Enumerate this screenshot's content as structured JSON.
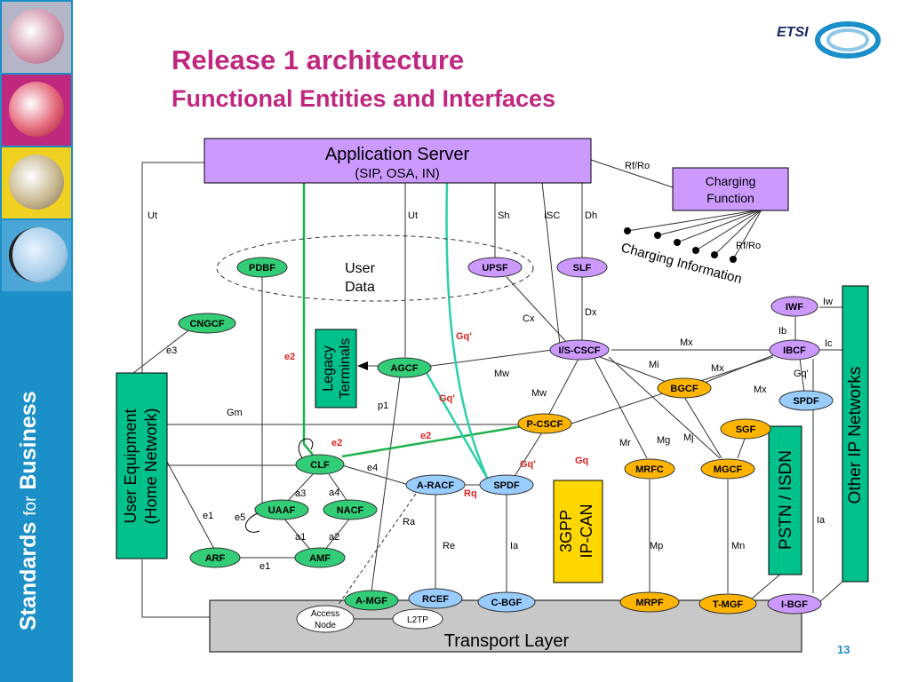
{
  "title": "Release 1 architecture",
  "subtitle": "Functional Entities and Interfaces",
  "page_number": "13",
  "sidebar": {
    "brand_bold": "Standards",
    "brand_word": "for",
    "brand_bold2": "Business"
  },
  "logo": {
    "text": "ETSI"
  },
  "boxes": {
    "app_server": "Application Server",
    "app_server_sub": "(SIP, OSA, IN)",
    "charging_line1": "Charging",
    "charging_line2": "Function",
    "ue_line1": "User Equipment",
    "ue_line2": "(Home Network)",
    "legacy_line1": "Legacy",
    "legacy_line2": "Terminals",
    "ipcan_line1": "3GPP",
    "ipcan_line2": "IP-CAN",
    "pstn": "PSTN / ISDN",
    "other_ip": "Other IP Networks",
    "transport": "Transport Layer",
    "access_node_line1": "Access",
    "access_node_line2": "Node",
    "l2tp": "L2TP",
    "user_data_line1": "User",
    "user_data_line2": "Data",
    "charging_info": "Charging Information"
  },
  "nodes": {
    "pdbf": "PDBF",
    "upsf": "UPSF",
    "slf": "SLF",
    "cngcf": "CNGCF",
    "agcf": "AGCF",
    "iscscf": "I/S-CSCF",
    "iwf": "IWF",
    "ibcf": "IBCF",
    "bgcf": "BGCF",
    "spdf_right": "SPDF",
    "pcscf": "P-CSCF",
    "sgf": "SGF",
    "clf": "CLF",
    "aracf": "A-RACF",
    "spdf": "SPDF",
    "mrfc": "MRFC",
    "mgcf": "MGCF",
    "uaaf": "UAAF",
    "nacf": "NACF",
    "arf": "ARF",
    "amf": "AMF",
    "amgf": "A-MGF",
    "rcef": "RCEF",
    "cbgf": "C-BGF",
    "mrpf": "MRPF",
    "tmgf": "T-MGF",
    "ibgf": "I-BGF"
  },
  "labels": {
    "rfro_top": "Rf/Ro",
    "rfro_right": "Rf/Ro",
    "ut_left": "Ut",
    "ut_mid": "Ut",
    "sh": "Sh",
    "isc": "ISC",
    "dh": "Dh",
    "dx": "Dx",
    "cx": "Cx",
    "gq_a": "Gq'",
    "iw": "Iw",
    "ib": "Ib",
    "ic": "Ic",
    "e3": "e3",
    "e2_left": "e2",
    "mx_top": "Mx",
    "mi": "Mi",
    "mx_mid": "Mx",
    "mw_a": "Mw",
    "gq_right": "Gq'",
    "mx_low": "Mx",
    "gq_b": "Gq'",
    "mw_b": "Mw",
    "p1": "p1",
    "gm": "Gm",
    "e2_mid": "e2",
    "e2_clf": "e2",
    "mr": "Mr",
    "mg": "Mg",
    "mj": "Mj",
    "gq_c": "Gq'",
    "gq_plain": "Gq",
    "e4": "e4",
    "rq": "Rq",
    "a3": "a3",
    "a4": "a4",
    "e1_left": "e1",
    "e5": "e5",
    "ra": "Ra",
    "ia_right": "Ia",
    "a1": "a1",
    "a2": "a2",
    "re": "Re",
    "ia_mid": "Ia",
    "mp": "Mp",
    "mn": "Mn",
    "e1_bottom": "e1"
  },
  "colors": {
    "sidebar": "#1b8fc7",
    "title": "#c0277f",
    "purple": "#cc99ff",
    "green": "#33cc77",
    "teal": "#00c08b",
    "yellow": "#ffd700",
    "orange": "#ffb400",
    "blue": "#99ccff",
    "red": "#e02020",
    "transport": "#c8c8c8"
  }
}
